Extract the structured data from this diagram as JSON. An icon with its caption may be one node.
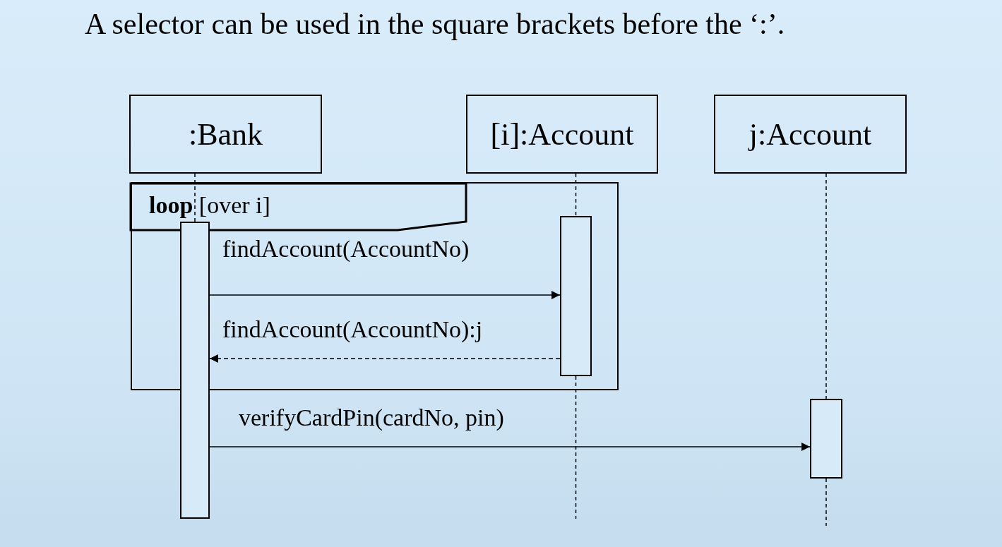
{
  "diagram": {
    "title": "A selector can be used in the square brackets before the ‘:’.",
    "nodes": [
      {
        "text": [
          ":Bank"
        ]
      },
      {
        "text": [
          "[i]:Account"
        ]
      },
      {
        "text": [
          "j:Account"
        ]
      },
      {
        "text": [
          "**loop** [over i]"
        ]
      },
      {
        "text": [],
        "shape": "bar"
      },
      {
        "text": [],
        "shape": "bar",
        "in": 3
      },
      {
        "text": [],
        "shape": "bar"
      }
    ],
    "edges": [
      {
        "from": 4,
        "to": 5,
        "arrow": "to",
        "label": "findAccount(AccountNo)"
      },
      {
        "from": 5,
        "to": 4,
        "arrow": "to",
        "label": "findAccount(AccountNo):j",
        "style": "dashed"
      },
      {
        "from": 4,
        "to": 6,
        "arrow": "to",
        "label": "verifyCardPin(cardNo, pin)"
      },
      {
        "from": 0,
        "to": 4,
        "arrow": "none",
        "style": "dashed"
      },
      {
        "from": 1,
        "to": 5,
        "arrow": "none",
        "style": "dashed"
      },
      {
        "from": 5,
        "to": null,
        "arrow": "none",
        "style": "dashed"
      },
      {
        "from": 2,
        "to": 6,
        "arrow": "none",
        "style": "dashed"
      },
      {
        "from": 6,
        "to": null,
        "arrow": "none",
        "style": "dashed"
      }
    ]
  }
}
